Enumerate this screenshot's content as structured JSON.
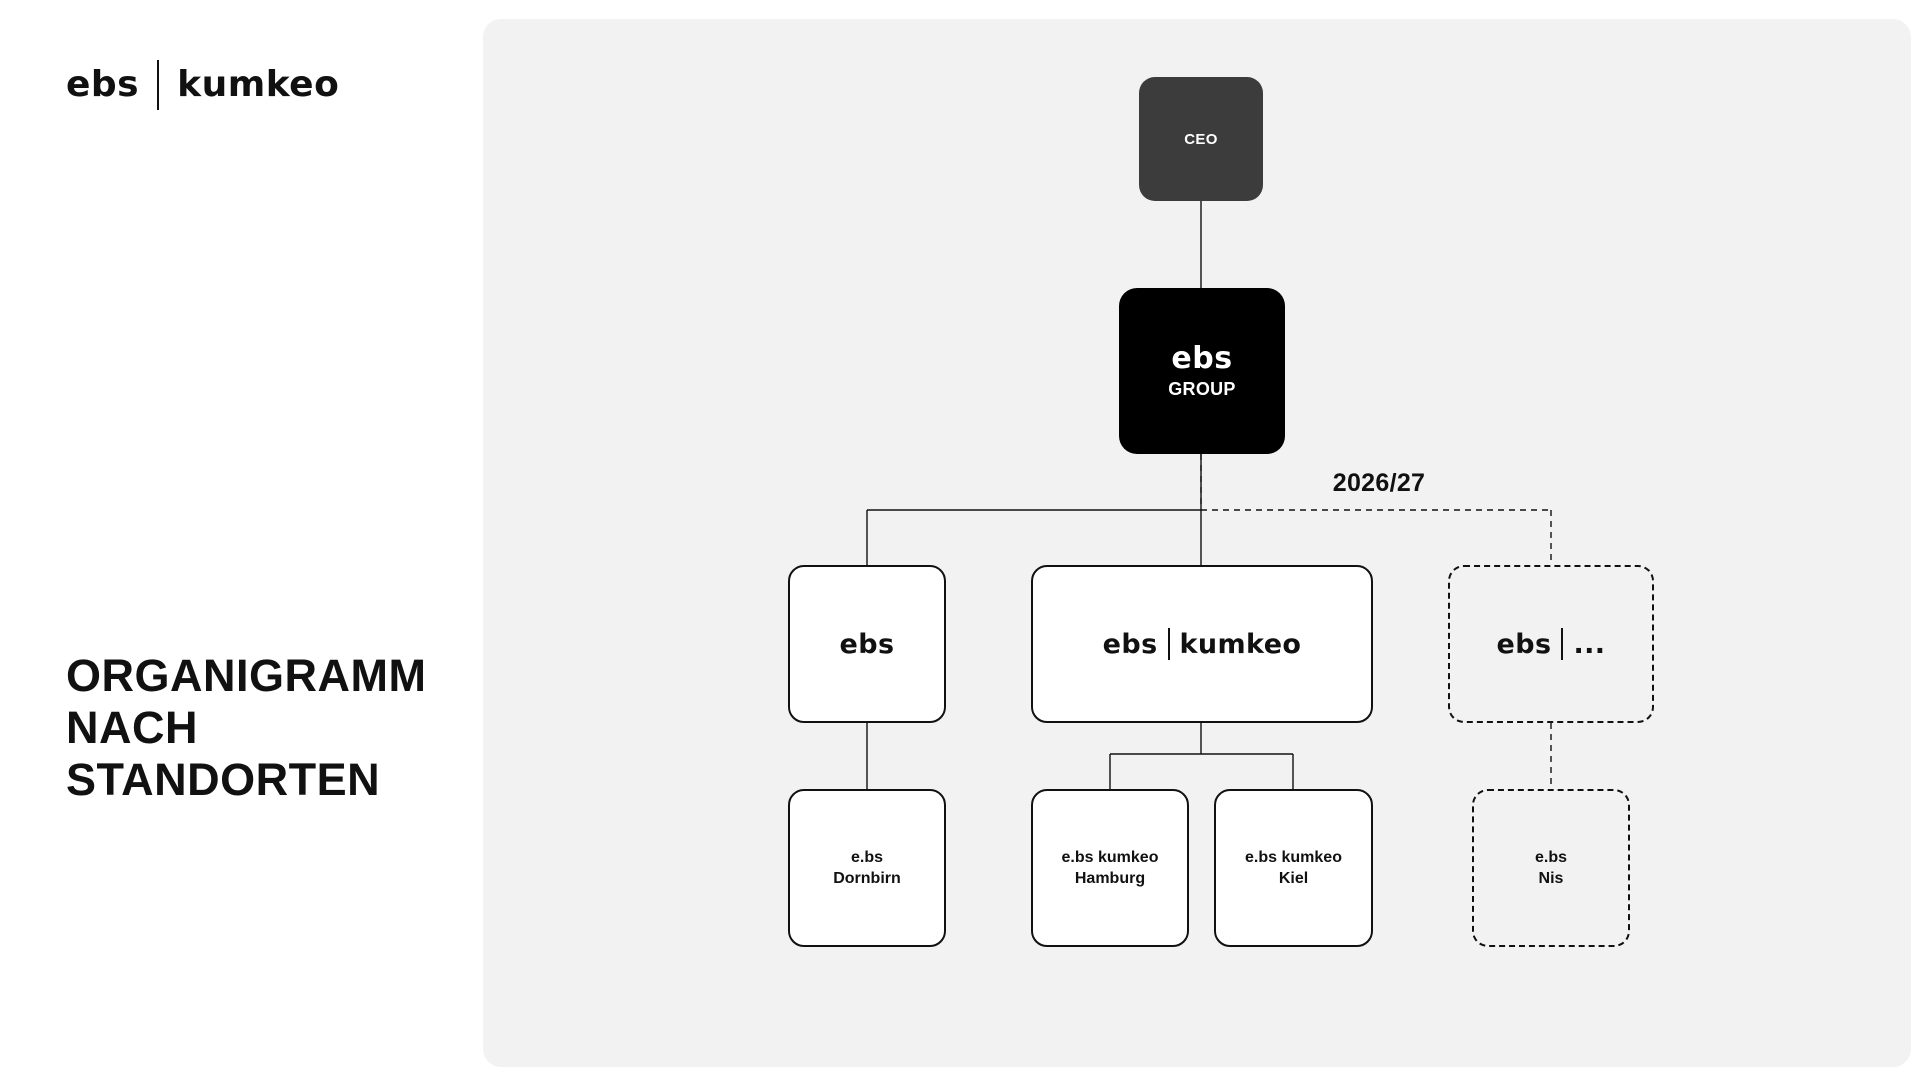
{
  "header": {
    "logo_left": "ebs",
    "logo_right": "kumkeo"
  },
  "title": {
    "lines": [
      "ORGANIGRAMM",
      "NACH",
      "STANDORTEN"
    ]
  },
  "diagram": {
    "ceo_label": "CEO",
    "group_logo": "ebs",
    "group_label": "GROUP",
    "year_label": "2026/27",
    "subsidiaries": {
      "ebs_only": "ebs",
      "ebs_kumkeo_left": "ebs",
      "ebs_kumkeo_right": "kumkeo",
      "ebs_more_left": "ebs",
      "ebs_more_right": "..."
    },
    "locations": {
      "dornbirn": "e.bs\nDornbirn",
      "hamburg": "e.bs kumkeo\nHamburg",
      "kiel": "e.bs kumkeo\nKiel",
      "nis": "e.bs\nNis"
    }
  }
}
